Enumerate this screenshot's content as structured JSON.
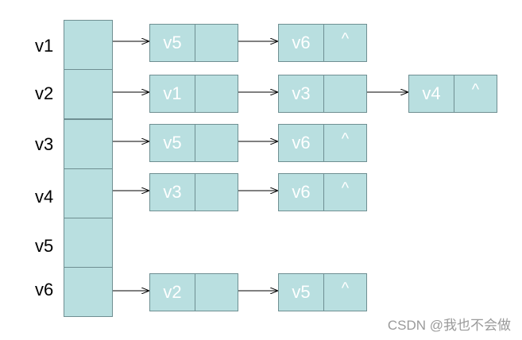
{
  "vertices": [
    "v1",
    "v2",
    "v3",
    "v4",
    "v5",
    "v6"
  ],
  "adjacency": [
    {
      "vertex": "v1",
      "nodes": [
        "v5",
        "v6"
      ]
    },
    {
      "vertex": "v2",
      "nodes": [
        "v1",
        "v3",
        "v4"
      ]
    },
    {
      "vertex": "v3",
      "nodes": [
        "v5",
        "v6"
      ]
    },
    {
      "vertex": "v4",
      "nodes": [
        "v3",
        "v6"
      ]
    },
    {
      "vertex": "v5",
      "nodes": []
    },
    {
      "vertex": "v6",
      "nodes": [
        "v2",
        "v5"
      ]
    }
  ],
  "null_symbol": "^",
  "colors": {
    "cell_fill": "#b9dfe0",
    "cell_border": "#6f8f92",
    "text_in_cell": "#ffffff",
    "arrow": "#000000"
  },
  "watermark": "CSDN @我也不会做"
}
